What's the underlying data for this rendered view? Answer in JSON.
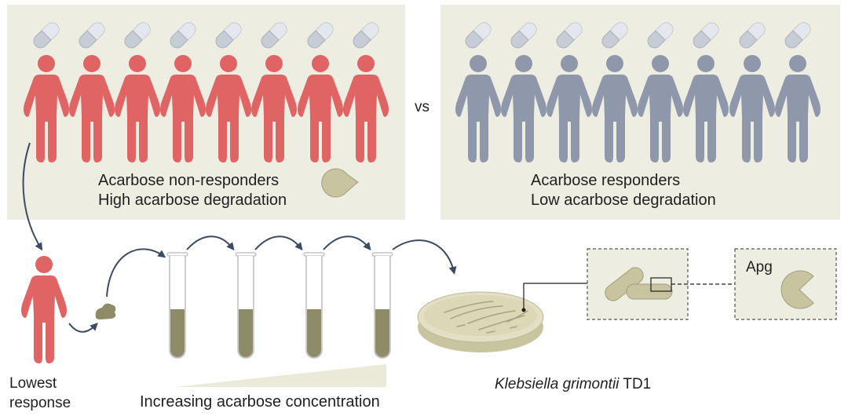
{
  "left_panel": {
    "line1": "Acarbose non-responders",
    "line2": "High acarbose degradation",
    "icon": "pacman-enzyme-icon",
    "figure_color": "#e06464",
    "pill_color": "#c8ccd6"
  },
  "right_panel": {
    "line1": "Acarbose responders",
    "line2": "Low acarbose degradation",
    "figure_color": "#8f97ab"
  },
  "vs_label": "vs",
  "bottom": {
    "lowest_line1": "Lowest",
    "lowest_line2": "response",
    "concentration_label": "Increasing acarbose concentration",
    "species_italic": "Klebsiella grimontii",
    "species_strain": " TD1",
    "enzyme_label": "Apg"
  },
  "colors": {
    "panel_bg": "#eeede2",
    "culture": "#8e8b69",
    "arrow": "#3c4a64",
    "enzyme": "#c9c4a0"
  }
}
